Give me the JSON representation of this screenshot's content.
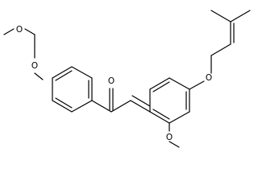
{
  "molecule": {
    "atom_labels": {
      "o_mom_top": "O",
      "o_mom_aryl": "O",
      "o_carbonyl": "O",
      "o_methoxy": "O",
      "o_prenyloxy": "O"
    },
    "colors": {
      "bond": "#000000",
      "background": "#ffffff"
    }
  }
}
